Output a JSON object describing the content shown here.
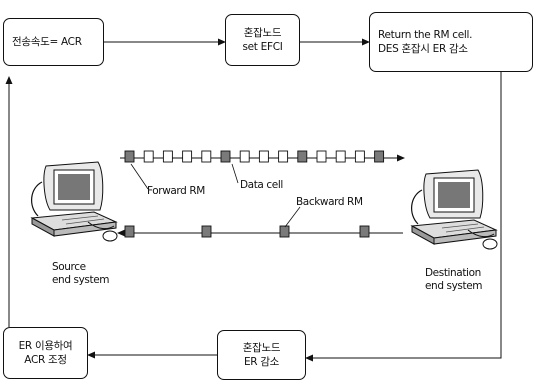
{
  "boxes": {
    "rate": "전송속도= ACR",
    "node_top": [
      "혼잡노드",
      "set EFCI"
    ],
    "return": [
      "Return the RM  cell.",
      "DES 혼잡시  ER 감소"
    ],
    "node_bottom": [
      "혼잡노드",
      "ER 감소"
    ],
    "adjust": [
      "ER 이용하여",
      "ACR 조정"
    ]
  },
  "labels": {
    "forward_rm": "Forward RM",
    "data_cell": "Data cell",
    "backward_rm": "Backward RM",
    "source": [
      "Source",
      "end system"
    ],
    "destination": [
      "Destination",
      "end system"
    ]
  },
  "icons": {
    "source_computer": "desktop-computer-icon",
    "destination_computer": "desktop-computer-icon"
  },
  "cell_colors": {
    "rm": "#7a7a7a",
    "data": "#ffffff"
  }
}
